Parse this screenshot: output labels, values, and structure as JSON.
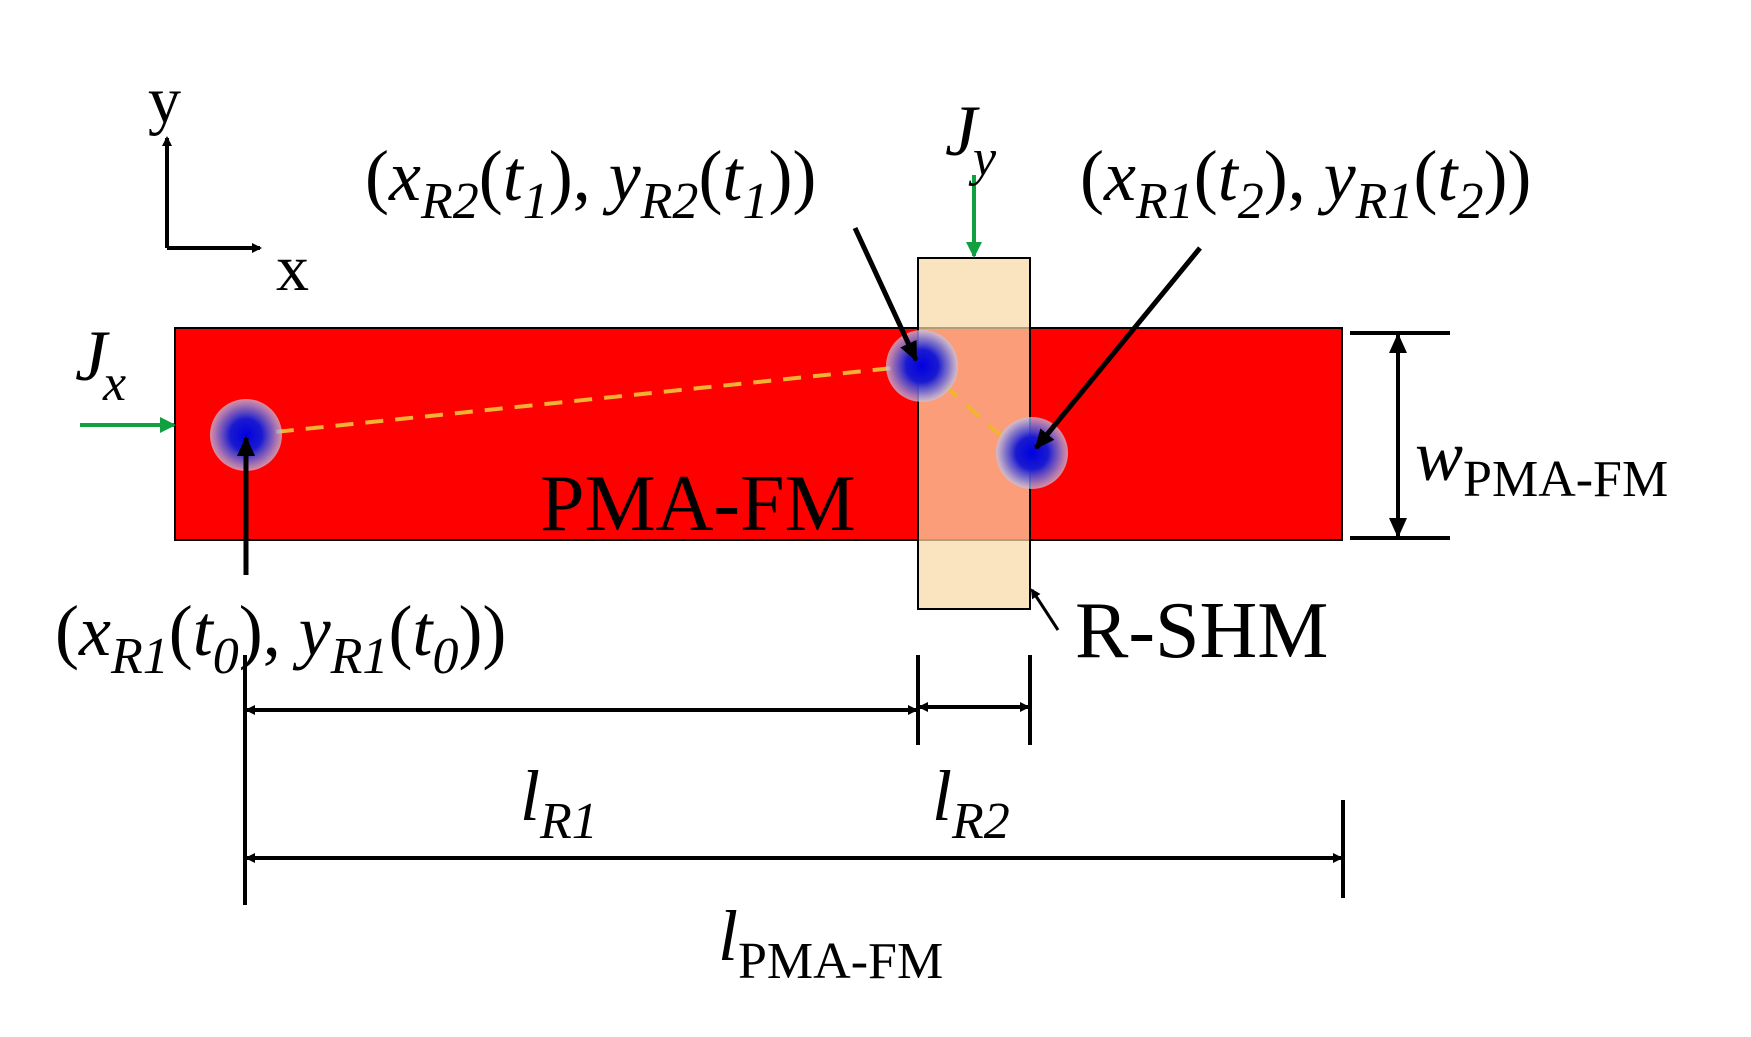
{
  "axes": {
    "y_label": "y",
    "x_label": "x"
  },
  "currents": {
    "jx": {
      "symbol": "J",
      "subscript": "x"
    },
    "jy": {
      "symbol": "J",
      "subscript": "y"
    }
  },
  "regions": {
    "pma_fm": "PMA-FM",
    "r_shm": "R-SHM"
  },
  "positions": {
    "t0": {
      "open": "(",
      "x": "x",
      "x_sub": "R1",
      "mid1": "(",
      "t": "t",
      "t_sub": "0",
      "mid2": "), ",
      "y": "y",
      "y_sub": "R1",
      "mid3": "(",
      "t2": "t",
      "t2_sub": "0",
      "close": "))"
    },
    "t1": {
      "open": "(",
      "x": "x",
      "x_sub": "R2",
      "mid1": "(",
      "t": "t",
      "t_sub": "1",
      "mid2": "), ",
      "y": "y",
      "y_sub": "R2",
      "mid3": "(",
      "t2": "t",
      "t2_sub": "1",
      "close": "))"
    },
    "t2": {
      "open": "(",
      "x": "x",
      "x_sub": "R1",
      "mid1": "(",
      "t": "t",
      "t_sub": "2",
      "mid2": "), ",
      "y": "y",
      "y_sub": "R1",
      "mid3": "(",
      "t2": "t",
      "t2_sub": "2",
      "close": "))"
    }
  },
  "dimensions": {
    "w_pma": {
      "symbol": "w",
      "subscript": "PMA-FM"
    },
    "l_r1": {
      "symbol": "l",
      "subscript": "R1"
    },
    "l_r2": {
      "symbol": "l",
      "subscript": "R2"
    },
    "l_pma": {
      "symbol": "l",
      "subscript": "PMA-FM"
    }
  },
  "colors": {
    "fm_strip": "#ff0000",
    "shm_bar": "#f8d9a6",
    "skyrmion": "#0000e6",
    "trajectory": "#f2b233",
    "current_arrow": "#10a040"
  }
}
